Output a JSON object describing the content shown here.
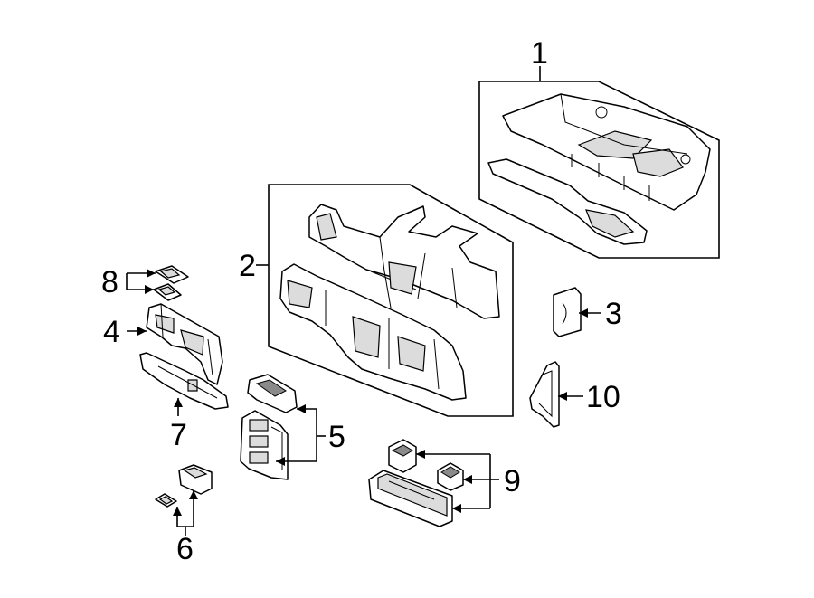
{
  "callouts": {
    "c1": "1",
    "c2": "2",
    "c3": "3",
    "c4": "4",
    "c5": "5",
    "c6": "6",
    "c7": "7",
    "c8": "8",
    "c9": "9",
    "c10": "10"
  },
  "colors": {
    "line": "#000000",
    "background": "#ffffff",
    "shade": "#dcdcdc"
  }
}
